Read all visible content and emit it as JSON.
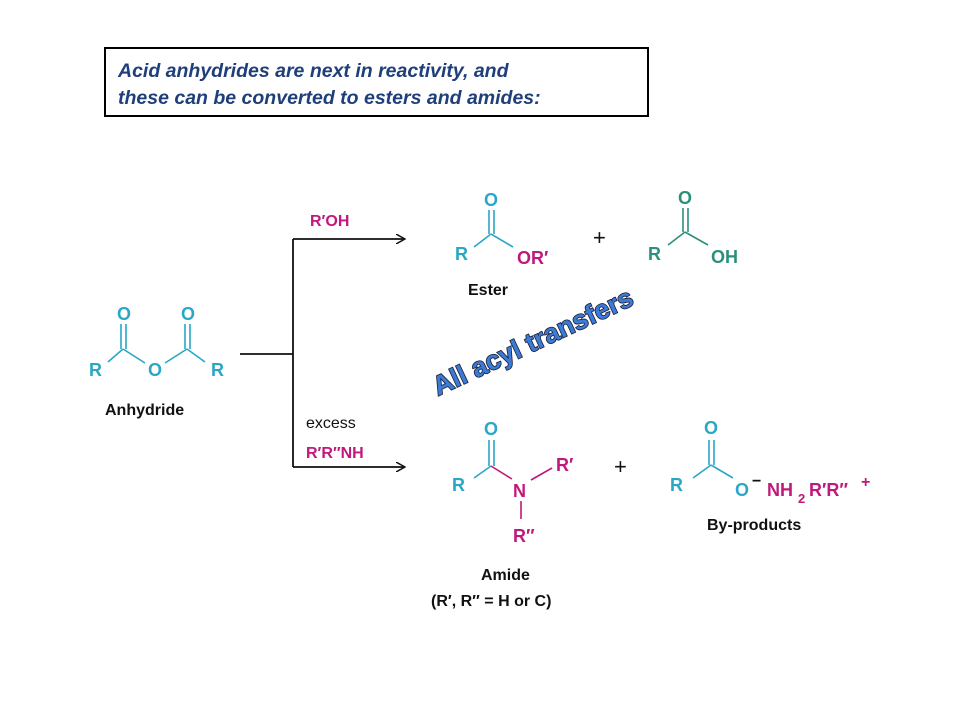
{
  "header": {
    "line1": "Acid anhydrides are next in reactivity, and",
    "line2": "these can be converted to esters and amides:"
  },
  "colors": {
    "teal": "#2aa7c6",
    "green": "#2c8f7b",
    "magenta": "#c0187c",
    "header_text": "#1f3f7a",
    "stamp": "#3b7ad6"
  },
  "reagents": {
    "upper": "R′OH",
    "lower_top": "excess",
    "lower": "R′R″NH"
  },
  "anhydride": {
    "o1": "O",
    "o2": "O",
    "o_bridge": "O",
    "r_left": "R",
    "r_right": "R",
    "label": "Anhydride"
  },
  "ester": {
    "o": "O",
    "r": "R",
    "or": "OR′",
    "label": "Ester"
  },
  "acid": {
    "o": "O",
    "r": "R",
    "oh": "OH"
  },
  "plus": "+",
  "amide": {
    "o": "O",
    "r": "R",
    "n": "N",
    "r1": "R′",
    "r2": "R″",
    "label": "Amide",
    "note": "(R′, R″ = H or C)"
  },
  "salt": {
    "o": "O",
    "r": "R",
    "o_minus": "O",
    "minus": "−",
    "nh": "NH",
    "sub2": "2",
    "r_rest": "R′R″",
    "plus_charge": "+",
    "label": "By-products"
  },
  "stamp": "All acyl transfers"
}
